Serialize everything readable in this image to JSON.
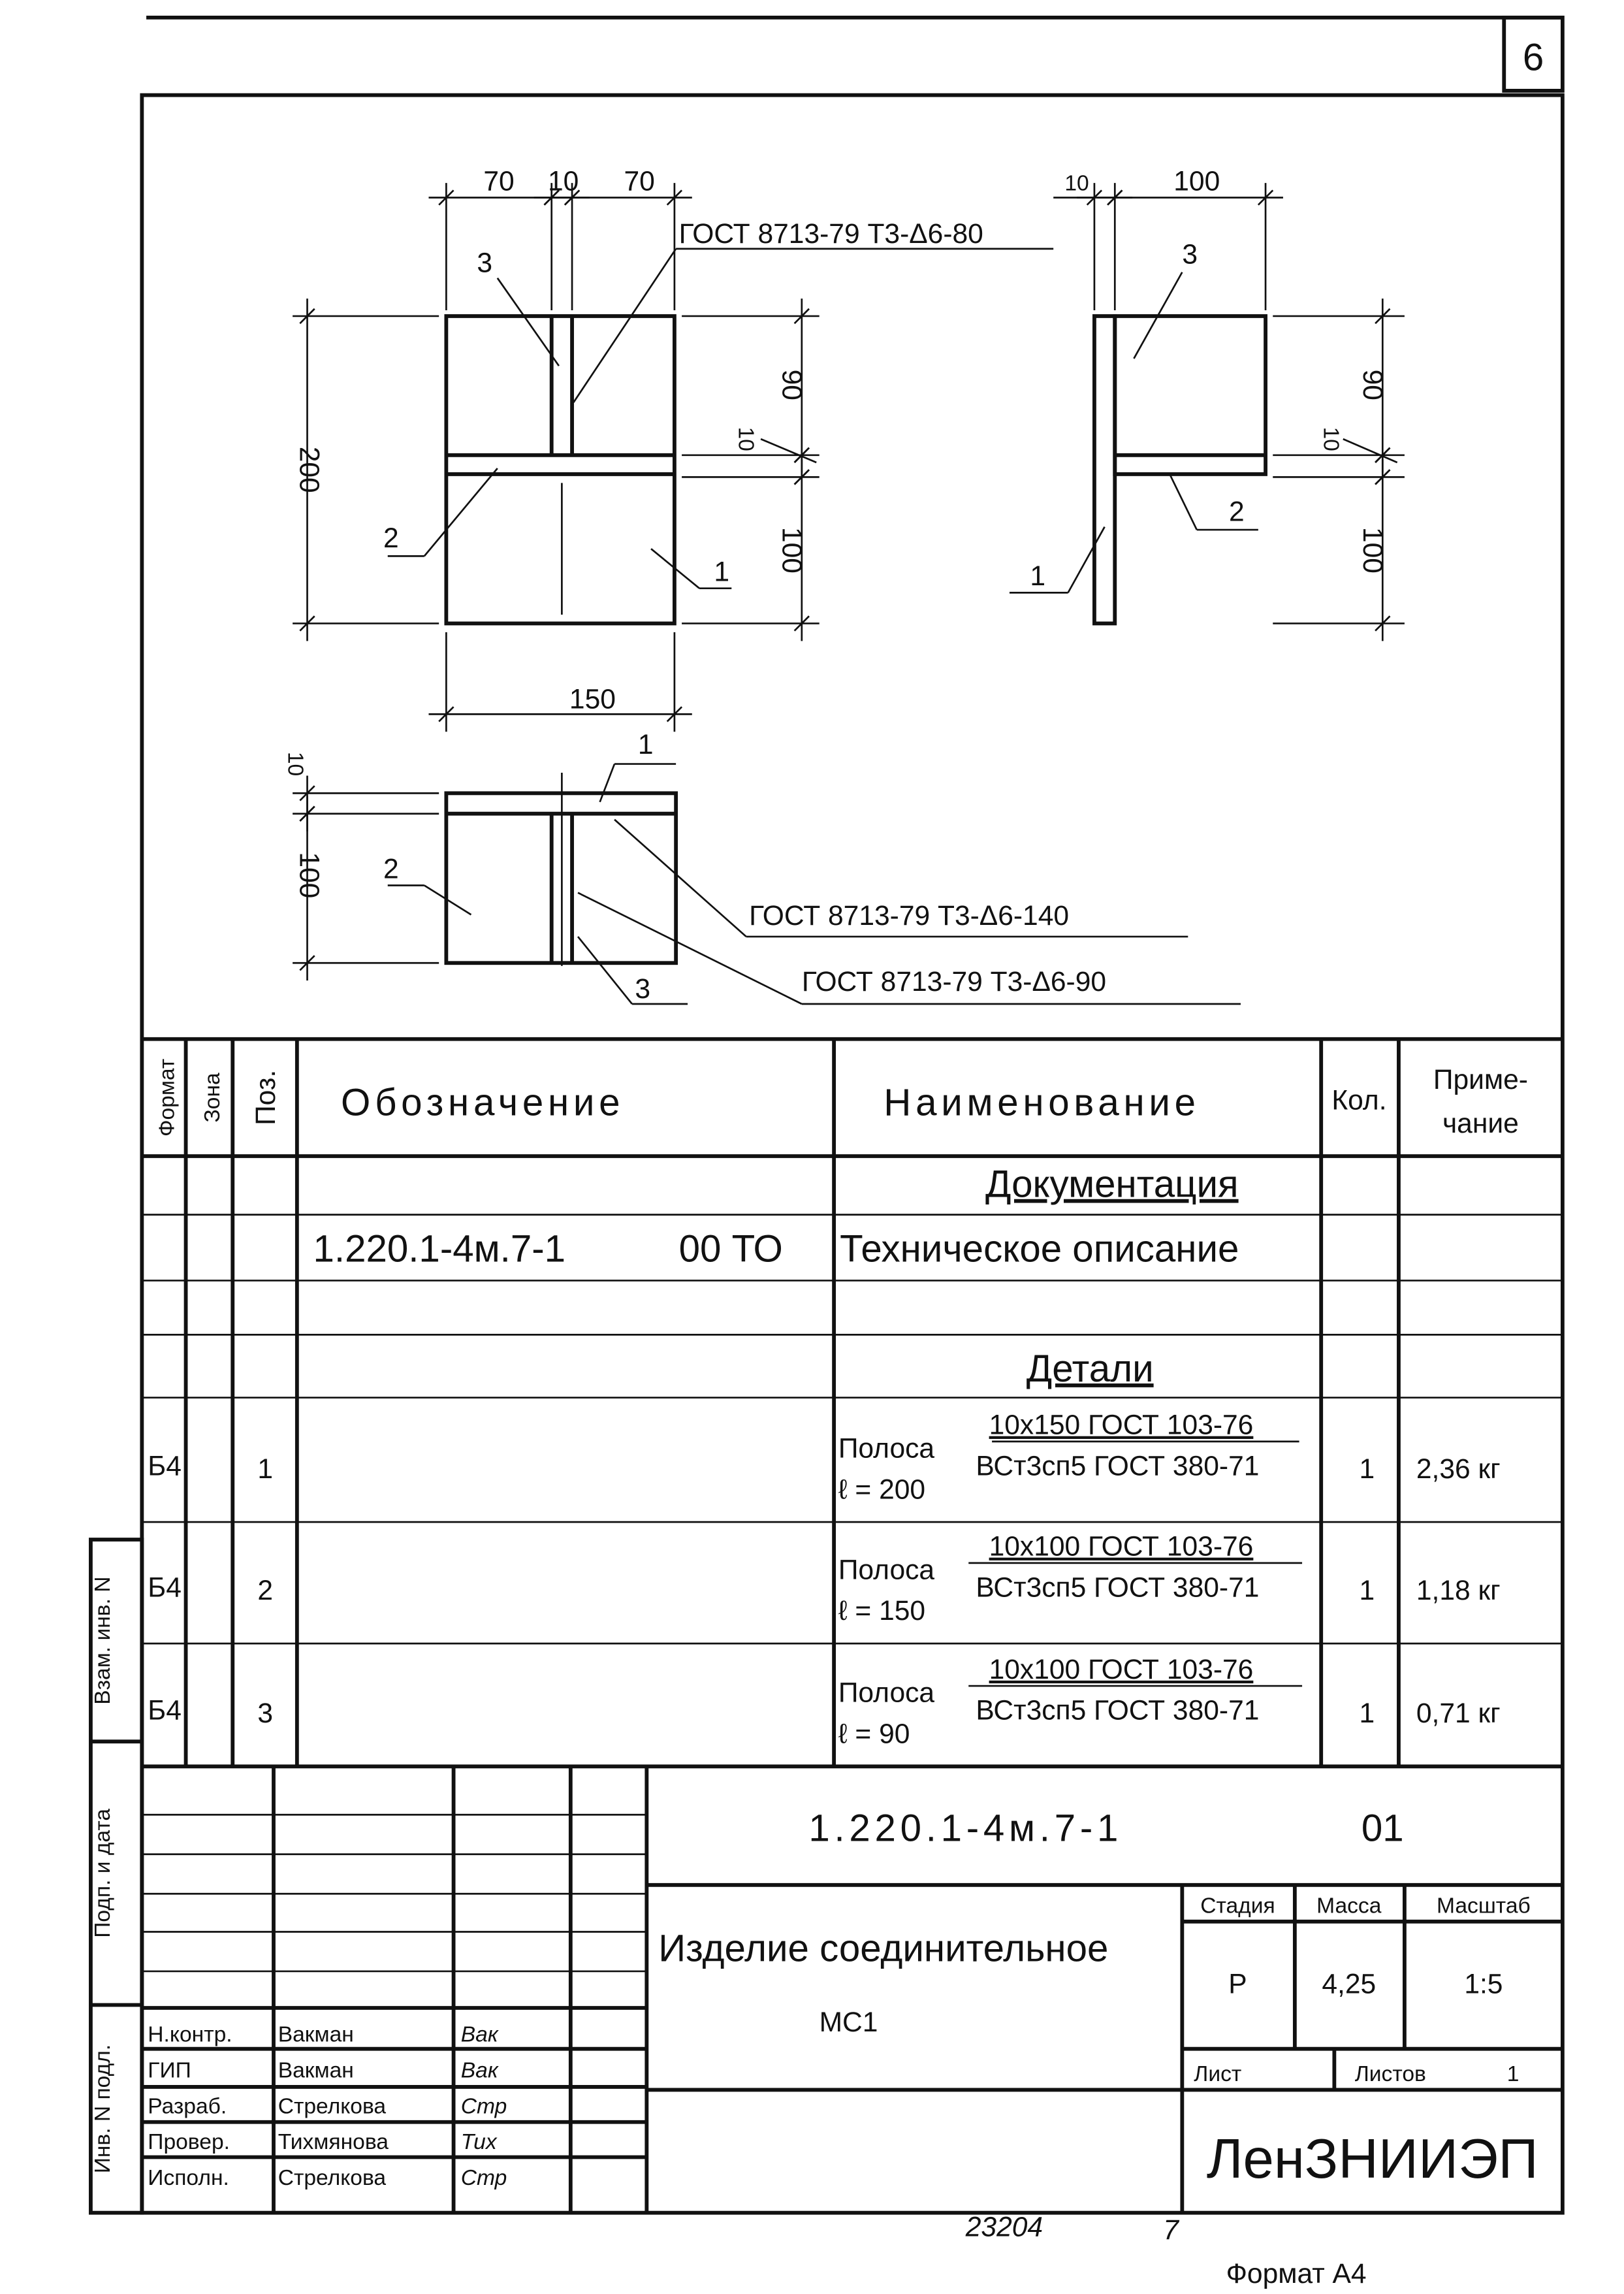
{
  "sheet_number": "6",
  "drawing": {
    "front_view": {
      "dims_top": [
        "70",
        "10",
        "70"
      ],
      "dim_left": "200",
      "dims_right": [
        "90",
        "10",
        "100"
      ],
      "dim_bottom": "150",
      "weld_note": "ГОСТ 8713-79 Т3-Δ6-80",
      "labels": [
        "3",
        "2",
        "1"
      ]
    },
    "side_view": {
      "dims_top": [
        "10",
        "100"
      ],
      "dims_right": [
        "90",
        "10",
        "100"
      ],
      "labels": [
        "3",
        "2",
        "1"
      ]
    },
    "top_view": {
      "dims_left": [
        "10",
        "100"
      ],
      "labels": [
        "1",
        "2",
        "3"
      ],
      "weld_note_1": "ГОСТ 8713-79 Т3-Δ6-140",
      "weld_note_2": "ГОСТ 8713-79 Т3-Δ6-90"
    }
  },
  "spec_table": {
    "headers": {
      "format": "Формат",
      "zone": "Зона",
      "pos": "Поз.",
      "designation": "Обозначение",
      "name": "Наименование",
      "qty": "Кол.",
      "note_1": "Приме-",
      "note_2": "чание"
    },
    "section_documentation": "Документация",
    "doc_row": {
      "designation": "1.220.1-4м.7-1",
      "code": "00 ТО",
      "name": "Техническое описание"
    },
    "section_details": "Детали",
    "rows": [
      {
        "format": "Б4",
        "pos": "1",
        "name": "Полоса",
        "length": "ℓ = 200",
        "profile": "10х150 ГОСТ 103-76",
        "material": "ВСт3сп5 ГОСТ 380-71",
        "qty": "1",
        "note": "2,36 кг"
      },
      {
        "format": "Б4",
        "pos": "2",
        "name": "Полоса",
        "length": "ℓ = 150",
        "profile": "10х100 ГОСТ 103-76",
        "material": "ВСт3сп5 ГОСТ 380-71",
        "qty": "1",
        "note": "1,18 кг"
      },
      {
        "format": "Б4",
        "pos": "3",
        "name": "Полоса",
        "length": "ℓ = 90",
        "profile": "10х100 ГОСТ 103-76",
        "material": "ВСт3сп5 ГОСТ 380-71",
        "qty": "1",
        "note": "0,71 кг"
      }
    ]
  },
  "side_stamp": {
    "replace_inv": "Взам. инв. N",
    "sign_date": "Подп. и дата",
    "inv_orig": "Инв. N подл."
  },
  "title_block": {
    "doc_code": "1.220.1-4м.7-1",
    "doc_suffix": "01",
    "title_1": "Изделие соединительное",
    "title_2": "МС1",
    "stage_label": "Стадия",
    "mass_label": "Масса",
    "scale_label": "Масштаб",
    "stage": "Р",
    "mass": "4,25",
    "scale": "1:5",
    "sheet_label": "Лист",
    "sheets_label": "Листов",
    "sheets": "1",
    "organization": "ЛенЗНИИЭП",
    "signatures": [
      {
        "role": "Н.контр.",
        "name": "Вакман",
        "sign": "Вак"
      },
      {
        "role": "ГИП",
        "name": "Вакман",
        "sign": "Вак"
      },
      {
        "role": "Разраб.",
        "name": "Стрелкова",
        "sign": "Стр"
      },
      {
        "role": "Провер.",
        "name": "Тихмянова",
        "sign": "Тих"
      },
      {
        "role": "Исполн.",
        "name": "Стрелкова",
        "sign": "Стр"
      }
    ]
  },
  "footer": {
    "archive_number": "23204",
    "archive_sheet": "7",
    "format": "Формат А4"
  }
}
